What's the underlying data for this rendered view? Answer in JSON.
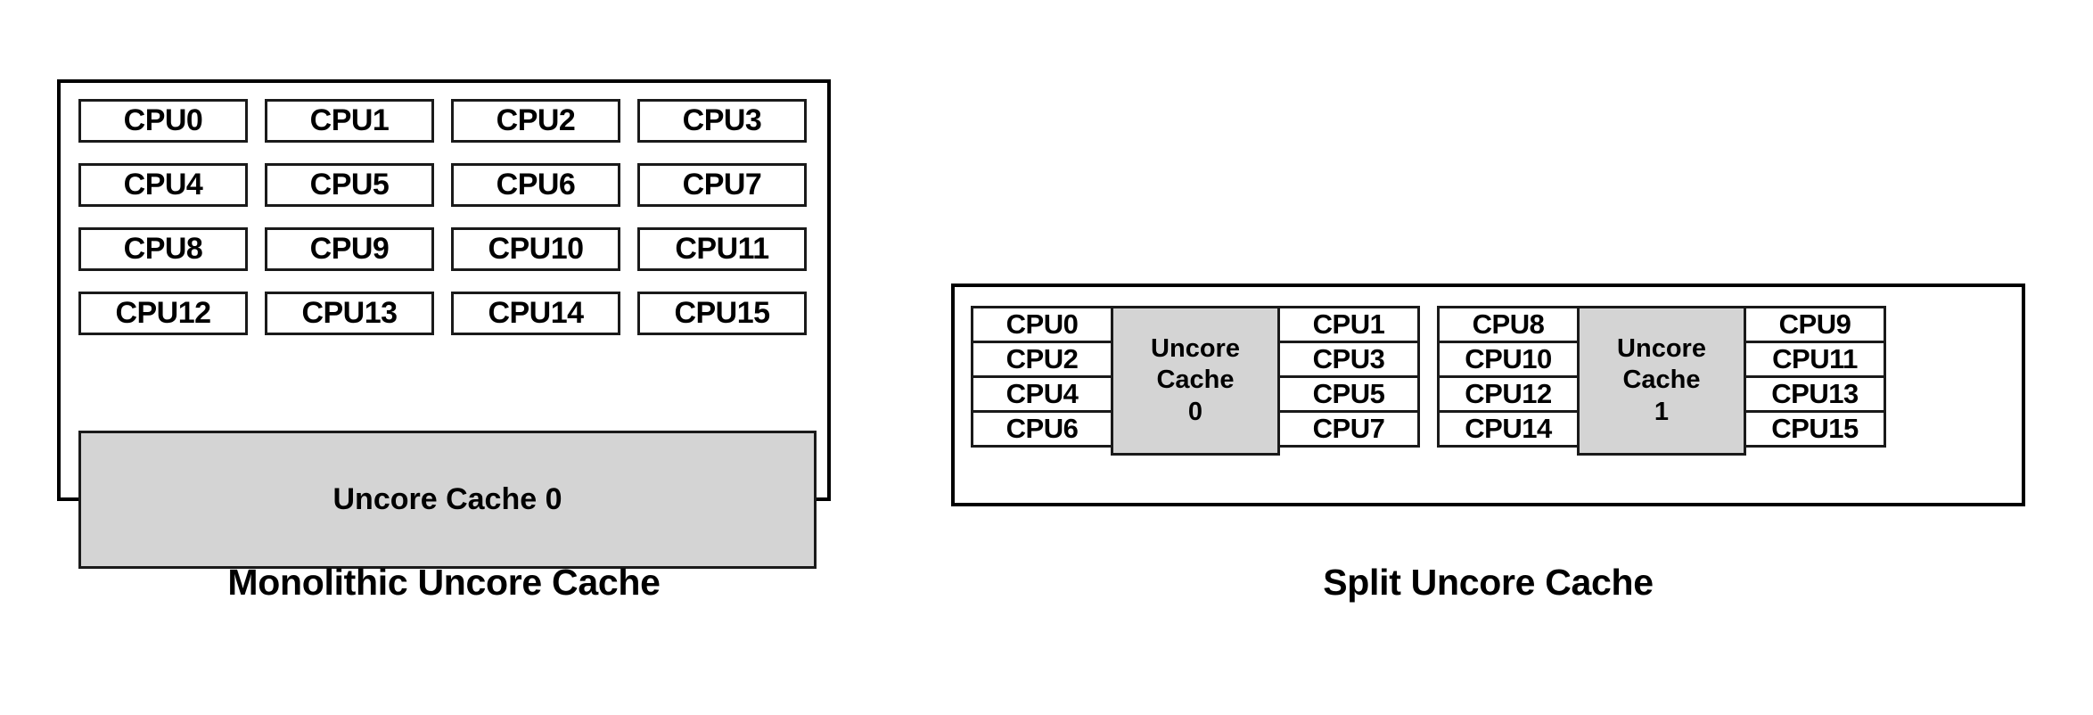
{
  "diagrams": [
    {
      "id": "monolithic",
      "caption": "Monolithic Uncore Cache",
      "cpu_rows": [
        [
          "CPU0",
          "CPU1",
          "CPU2",
          "CPU3"
        ],
        [
          "CPU4",
          "CPU5",
          "CPU6",
          "CPU7"
        ],
        [
          "CPU8",
          "CPU9",
          "CPU10",
          "CPU11"
        ],
        [
          "CPU12",
          "CPU13",
          "CPU14",
          "CPU15"
        ]
      ],
      "cache_label": "Uncore Cache 0"
    },
    {
      "id": "split",
      "caption": "Split Uncore Cache",
      "groups": [
        {
          "left_column": [
            "CPU0",
            "CPU2",
            "CPU4",
            "CPU6"
          ],
          "cache_label": "Uncore\nCache\n0",
          "right_column": [
            "CPU1",
            "CPU3",
            "CPU5",
            "CPU7"
          ]
        },
        {
          "left_column": [
            "CPU8",
            "CPU10",
            "CPU12",
            "CPU14"
          ],
          "cache_label": "Uncore\nCache\n1",
          "right_column": [
            "CPU9",
            "CPU11",
            "CPU13",
            "CPU15"
          ]
        }
      ]
    }
  ],
  "colors": {
    "cache_fill": "#d4d4d4",
    "box_border": "#1a1a1a",
    "frame_border": "#000000",
    "background": "#ffffff",
    "text": "#000000"
  }
}
